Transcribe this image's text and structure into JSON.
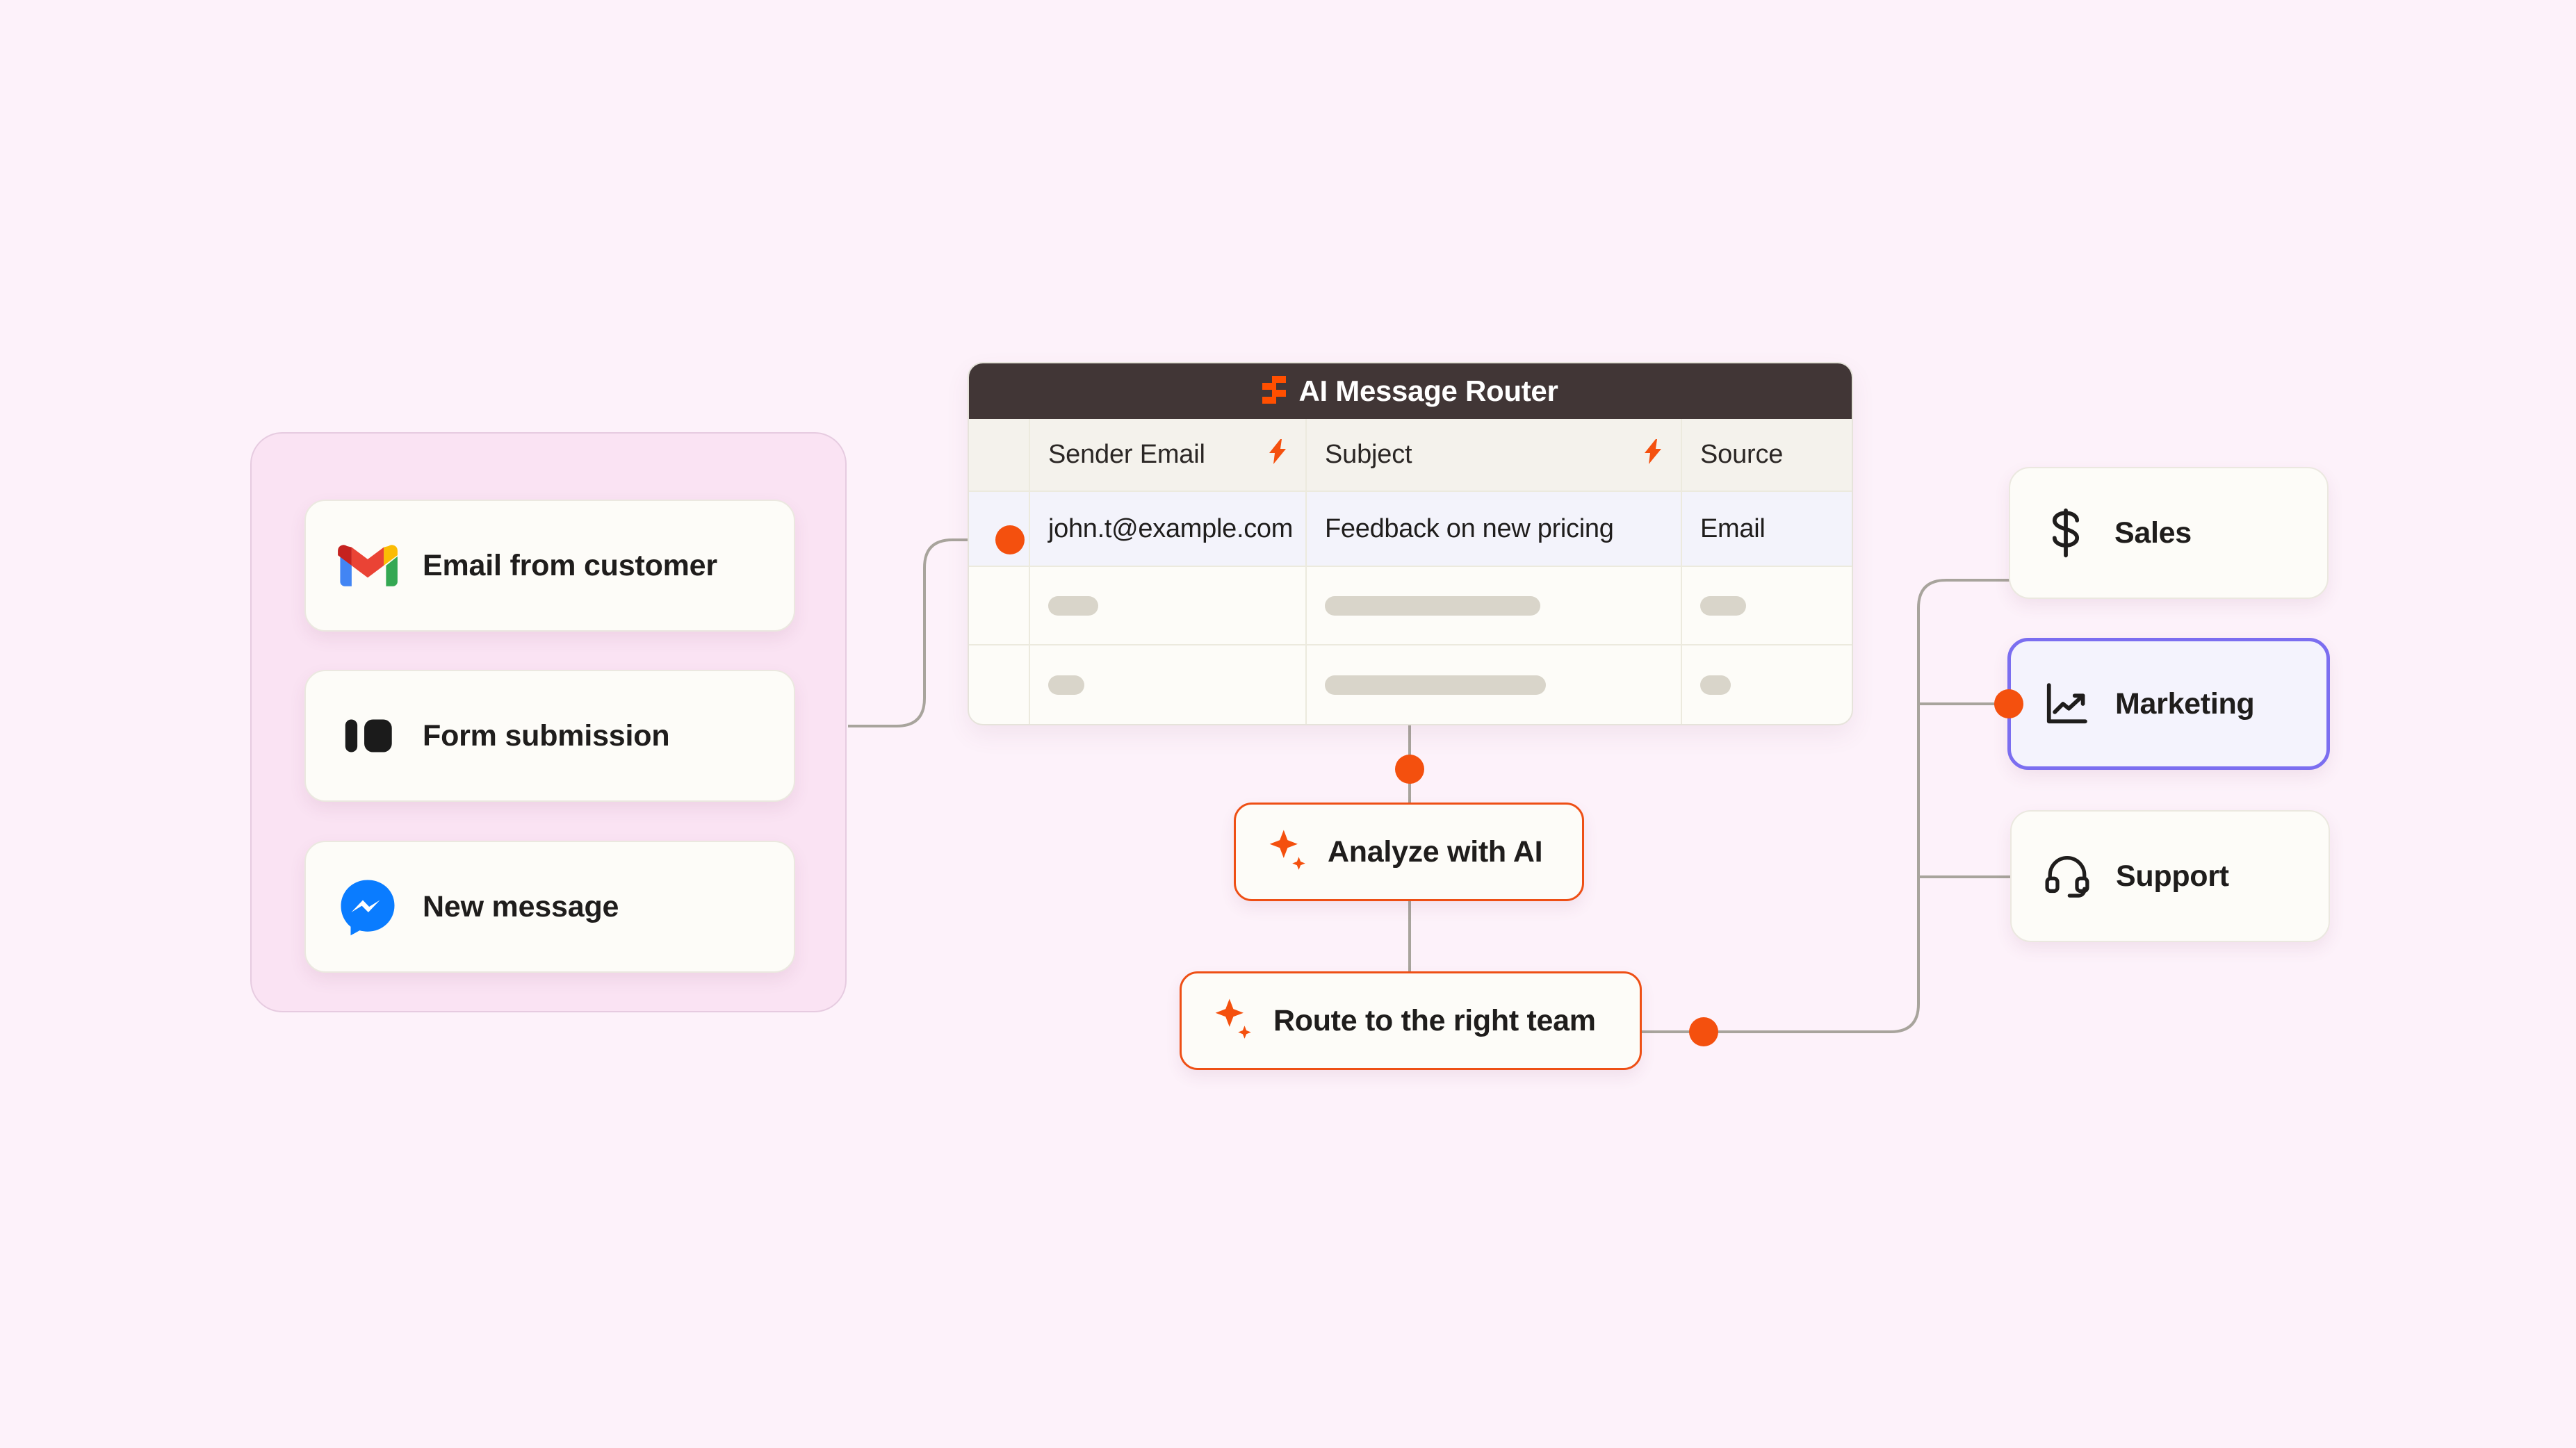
{
  "canvas": {
    "background_color": "#fdf2fa",
    "accent_color": "#f4500e",
    "highlight_border_color": "#7b6ef0",
    "titlebar_color": "#413636"
  },
  "triggers_panel": {
    "panel_color": "#fae3f3",
    "items": [
      {
        "label": "Email from customer",
        "icon": "gmail-icon"
      },
      {
        "label": "Form submission",
        "icon": "typeform-icon"
      },
      {
        "label": "New message",
        "icon": "messenger-icon"
      }
    ]
  },
  "router_table": {
    "title": "AI Message Router",
    "title_icon": "zapier-logo-icon",
    "columns": [
      {
        "label": "Sender Email",
        "icon": "lightning-bolt-icon",
        "has_icon": true
      },
      {
        "label": "Subject",
        "icon": "lightning-bolt-icon",
        "has_icon": true
      },
      {
        "label": "Source",
        "icon": "",
        "has_icon": false
      }
    ],
    "rows": [
      {
        "highlighted": true,
        "cells": [
          "john.t@example.com",
          "Feedback on new pricing",
          "Email"
        ]
      }
    ],
    "placeholder_rows": [
      {
        "widths": [
          "72px",
          "310px",
          "66px"
        ]
      },
      {
        "widths": [
          "52px",
          "318px",
          "44px"
        ]
      }
    ]
  },
  "ai_actions": [
    {
      "label": "Analyze with AI",
      "icon": "ai-sparkle-icon"
    },
    {
      "label": "Route to the right team",
      "icon": "ai-sparkle-icon"
    }
  ],
  "destinations": [
    {
      "label": "Sales",
      "icon": "dollar-sign-icon",
      "selected": false
    },
    {
      "label": "Marketing",
      "icon": "line-chart-icon",
      "selected": true
    },
    {
      "label": "Support",
      "icon": "headset-icon",
      "selected": false
    }
  ]
}
